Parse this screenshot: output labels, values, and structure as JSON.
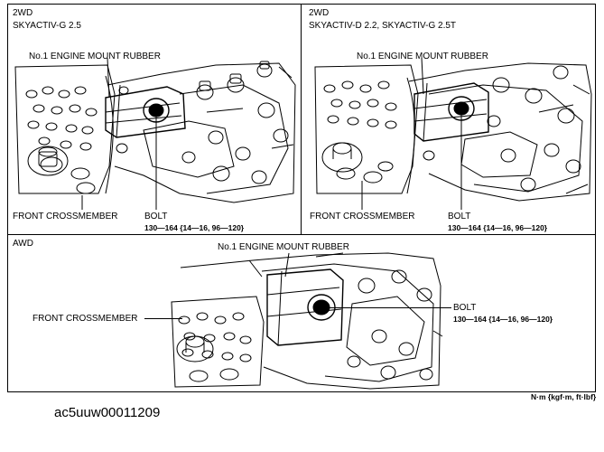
{
  "panels": {
    "top_left": {
      "drive": "2WD",
      "engine": "SKYACTIV-G 2.5",
      "mount_label": "No.1 ENGINE MOUNT RUBBER",
      "crossmember_label": "FRONT CROSSMEMBER",
      "bolt_label": "BOLT",
      "torque": "130—164 {14—16, 96—120}"
    },
    "top_right": {
      "drive": "2WD",
      "engine": "SKYACTIV-D 2.2, SKYACTIV-G 2.5T",
      "mount_label": "No.1 ENGINE MOUNT RUBBER",
      "crossmember_label": "FRONT CROSSMEMBER",
      "bolt_label": "BOLT",
      "torque": "130—164 {14—16, 96—120}"
    },
    "bottom": {
      "drive": "AWD",
      "mount_label": "No.1 ENGINE MOUNT RUBBER",
      "crossmember_label": "FRONT CROSSMEMBER",
      "bolt_label": "BOLT",
      "torque": "130—164 {14—16, 96—120}"
    }
  },
  "units_note": "N·m {kgf·m, ft·lbf}",
  "figure_id": "ac5uuw00011209"
}
